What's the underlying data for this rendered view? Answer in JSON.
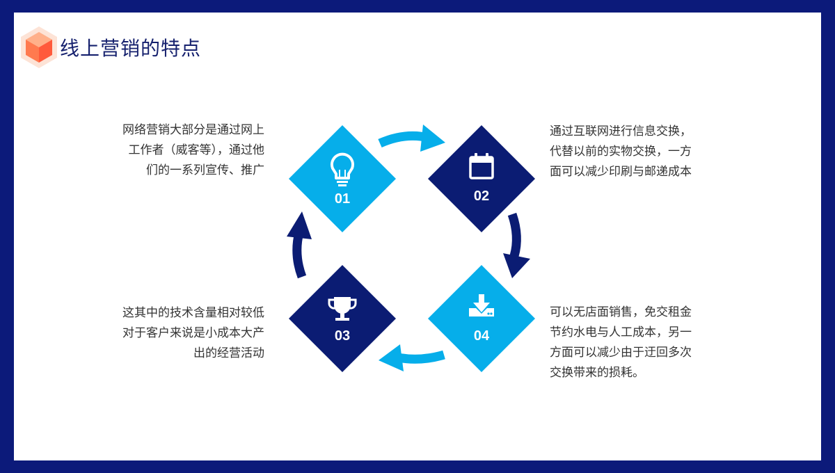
{
  "title": "线上营销的特点",
  "colors": {
    "frame": "#0c1a7a",
    "light_blue": "#06aeea",
    "dark_blue": "#0b1c73",
    "title_text": "#16216e",
    "body_text": "#333333"
  },
  "steps": [
    {
      "number": "01",
      "icon": "lightbulb-icon",
      "color": "light_blue",
      "text_lines": [
        "网络营销大部分是通过网上",
        "工作者（威客等），通过他",
        "们的一系列宣传、推广"
      ]
    },
    {
      "number": "02",
      "icon": "calendar-icon",
      "color": "dark_blue",
      "text_lines": [
        "通过互联网进行信息交换，",
        "代替以前的实物交换，一方",
        "面可以减少印刷与邮递成本"
      ]
    },
    {
      "number": "03",
      "icon": "trophy-icon",
      "color": "dark_blue",
      "text_lines": [
        "这其中的技术含量相对较低",
        "对于客户来说是小成本大产",
        "出的经营活动"
      ]
    },
    {
      "number": "04",
      "icon": "download-icon",
      "color": "light_blue",
      "text_lines": [
        "可以无店面销售，免交租金",
        "节约水电与人工成本，另一",
        "方面可以减少由于迂回多次",
        "交换带来的损耗。"
      ]
    }
  ]
}
